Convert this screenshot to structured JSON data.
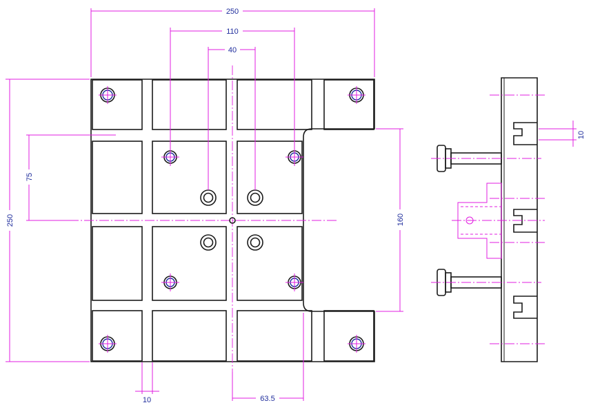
{
  "dimensions": {
    "overall_width": "250",
    "hole_spacing_x": "110",
    "center_hole_spacing": "40",
    "overall_height": "250",
    "hole_offset_y": "75",
    "cutout_height": "160",
    "slot_width": "10",
    "cutout_offset_x": "63.5",
    "side_slot_height": "10"
  },
  "colors": {
    "outline": "#1a1a1a",
    "dimension_line": "#e21ce0",
    "dimension_text": "#1f2d9c",
    "background": "#ffffff"
  }
}
